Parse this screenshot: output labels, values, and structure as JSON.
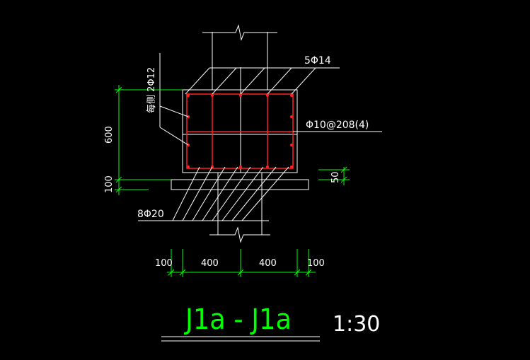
{
  "colors": {
    "background": "#000000",
    "structure": "#ffffff",
    "rebar": "#ff2020",
    "dimension": "#00ff00",
    "title": "#00ff00"
  },
  "annotations": {
    "top_bars": "5Φ14",
    "side_bars": "每侧 2Φ12",
    "stirrups": "Φ10@208(4)",
    "bottom_bars": "8Φ20"
  },
  "dimensions": {
    "height_main": "600",
    "height_slab": "100",
    "offset_right": "50",
    "width_left_edge": "100",
    "width_left": "400",
    "width_right": "400",
    "width_right_edge": "100"
  },
  "title": {
    "section": "J1a - J1a",
    "scale": "1:30"
  }
}
